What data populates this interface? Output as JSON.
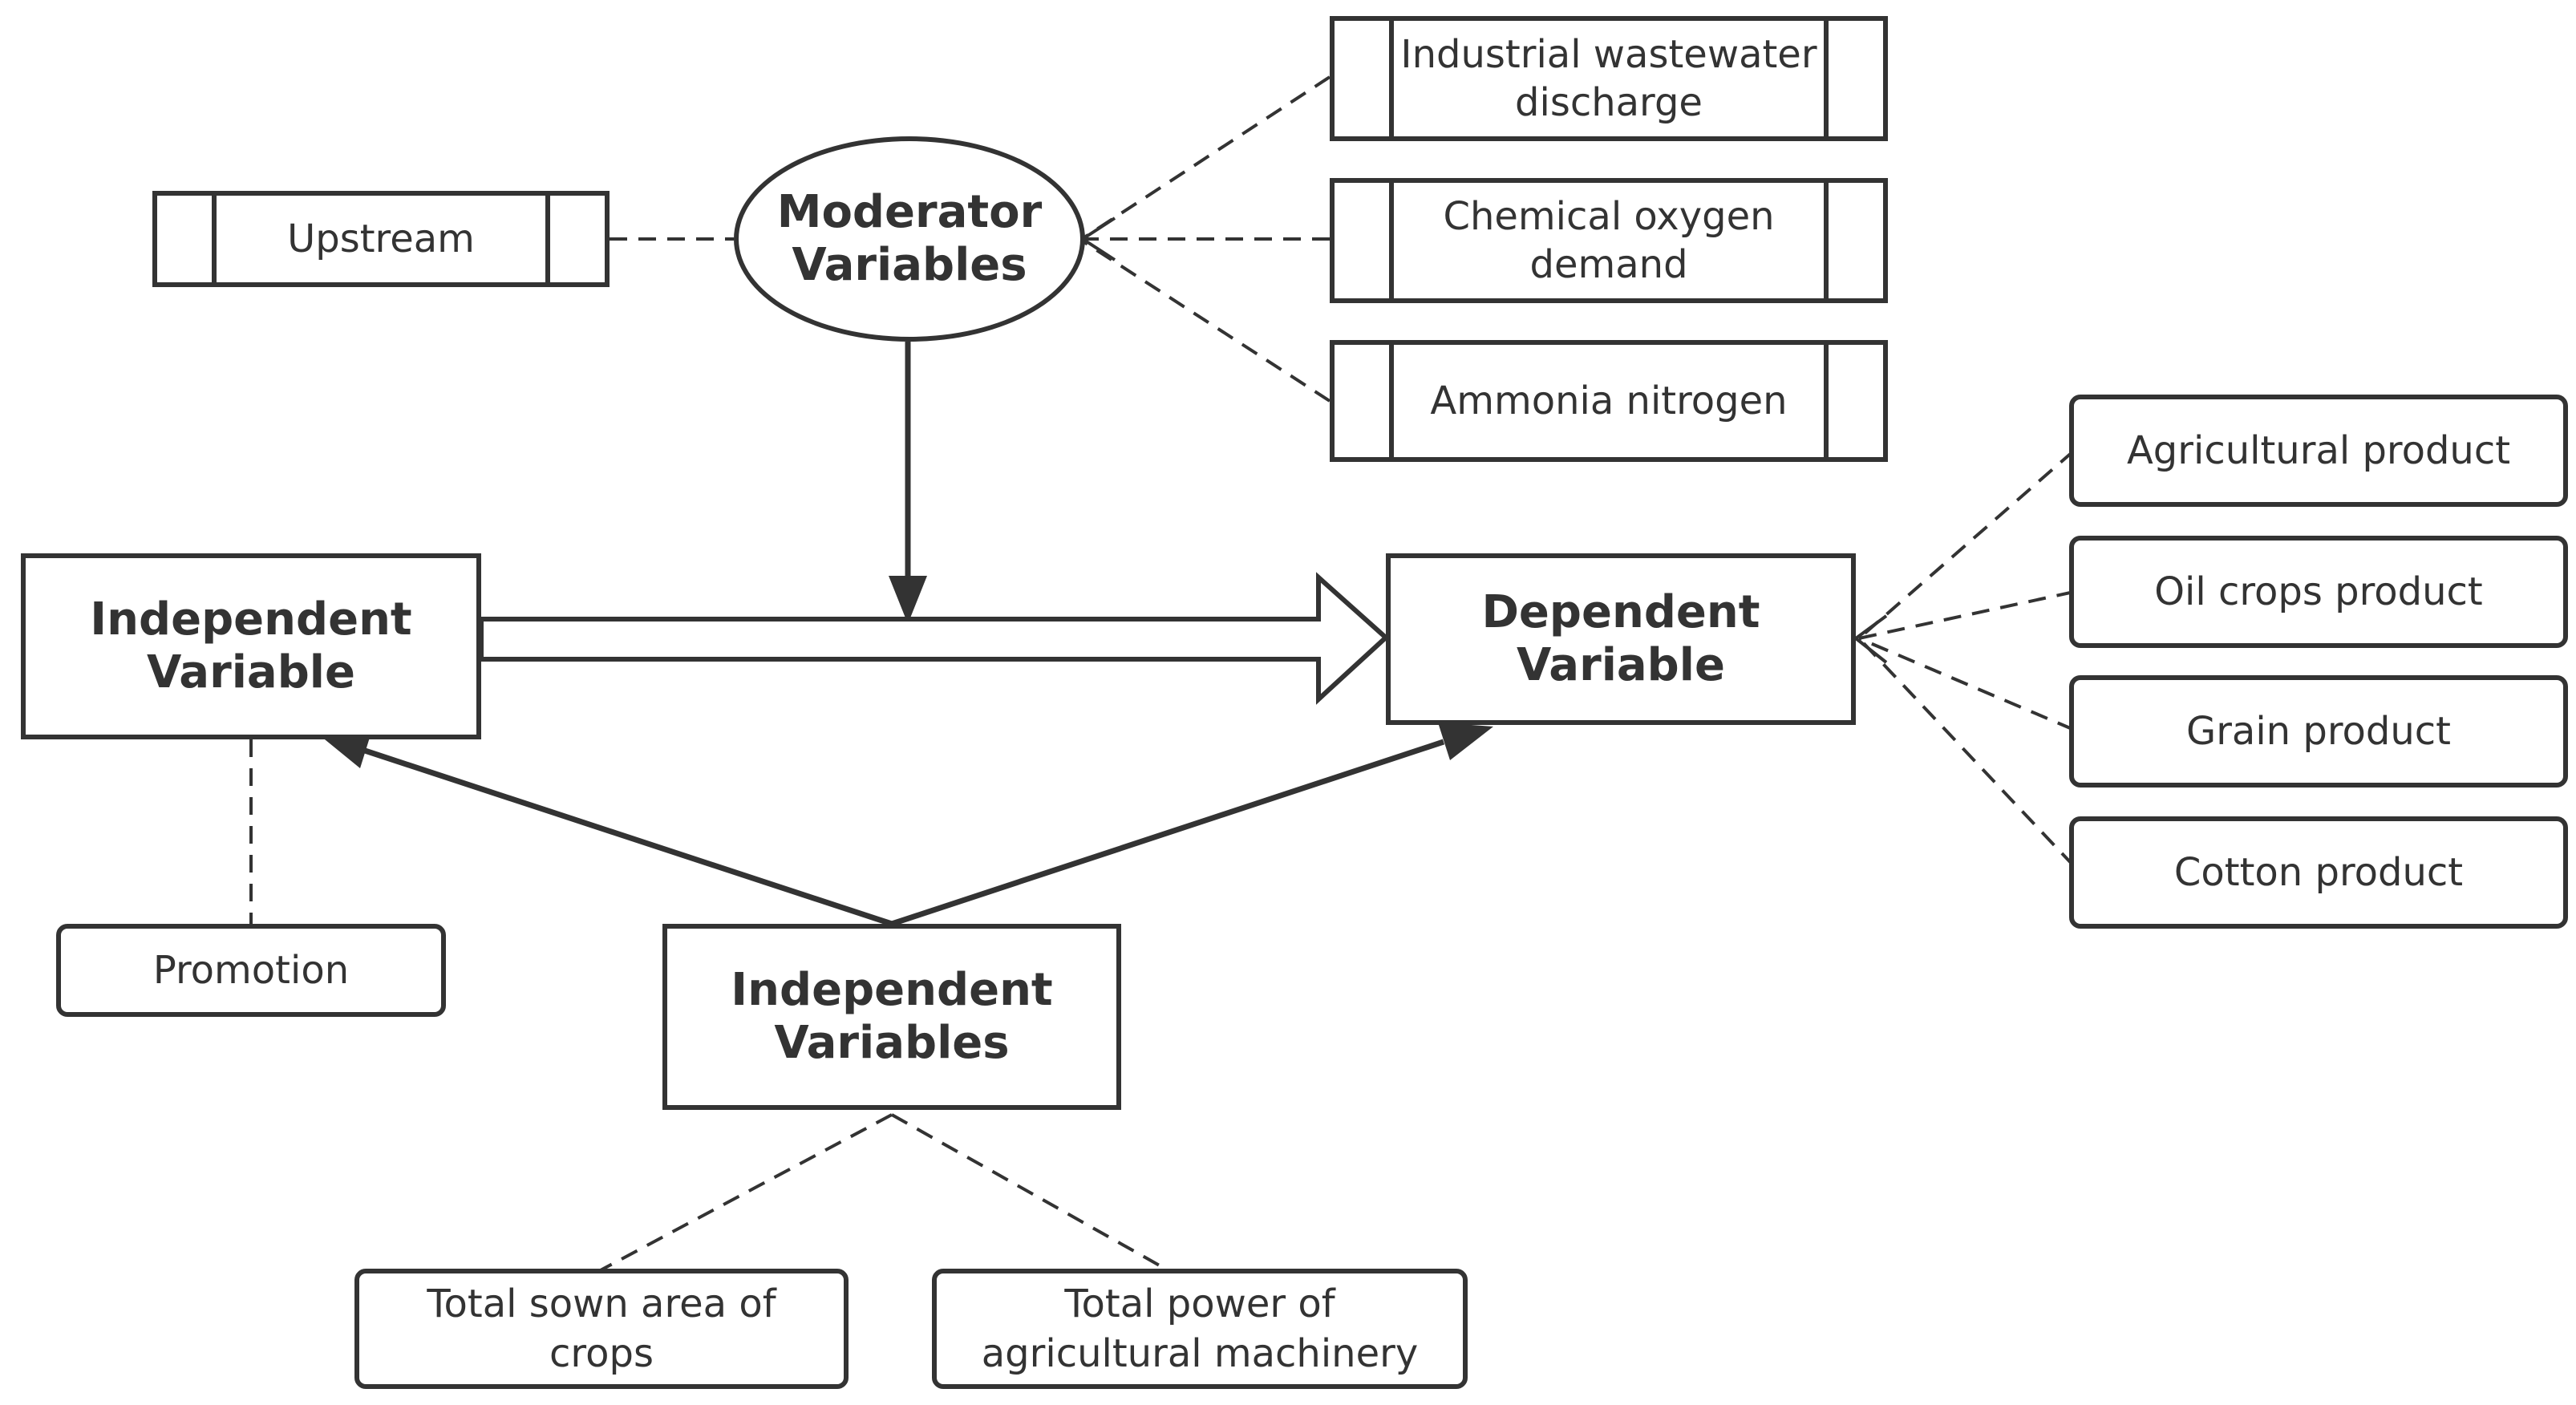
{
  "moderator": {
    "label_line1": "Moderator",
    "label_line2": "Variables",
    "items": [
      {
        "line1": "Upstream",
        "line2": ""
      },
      {
        "line1": "Industrial wastewater",
        "line2": "discharge"
      },
      {
        "line1": "Chemical oxygen",
        "line2": "demand"
      },
      {
        "line1": "Ammonia nitrogen",
        "line2": ""
      }
    ]
  },
  "independent_variable": {
    "label_line1": "Independent",
    "label_line2": "Variable",
    "items": [
      {
        "line1": "Promotion"
      }
    ]
  },
  "dependent_variable": {
    "label_line1": "Dependent",
    "label_line2": "Variable",
    "items": [
      {
        "line1": "Agricultural product"
      },
      {
        "line1": "Oil crops product"
      },
      {
        "line1": "Grain product"
      },
      {
        "line1": "Cotton product"
      }
    ]
  },
  "independent_variables": {
    "label_line1": "Independent",
    "label_line2": "Variables",
    "items": [
      {
        "line1": "Total sown area of",
        "line2": "crops"
      },
      {
        "line1": "Total power of",
        "line2": "agricultural machinery"
      }
    ]
  },
  "colors": {
    "stroke": "#333333",
    "background": "#ffffff"
  }
}
